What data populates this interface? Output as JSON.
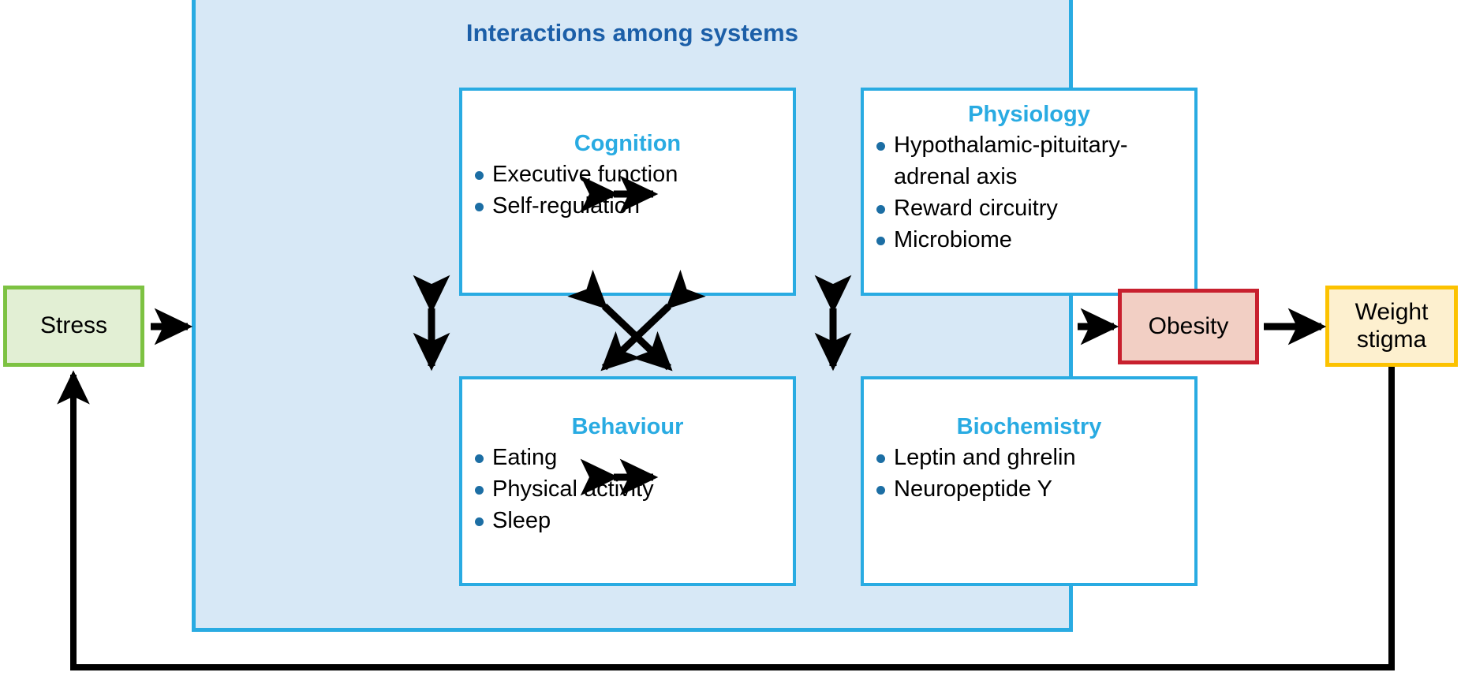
{
  "diagram": {
    "title": "Interactions among systems",
    "panel_fill": "#d7e8f6",
    "panel_border": "#29ABE2",
    "heading_color": "#29ABE2",
    "title_color": "#1c5fa8",
    "bullet_color": "#1c6ea4"
  },
  "cards": [
    {
      "key": "cognition",
      "title": "Cognition",
      "items": [
        "Executive function",
        "Self-regulation"
      ]
    },
    {
      "key": "physiology",
      "title": "Physiology",
      "items": [
        "Hypothalamic-pituitary-adrenal axis",
        "Reward circuitry",
        "Microbiome"
      ]
    },
    {
      "key": "behaviour",
      "title": "Behaviour",
      "items": [
        "Eating",
        "Physical activity",
        "Sleep"
      ]
    },
    {
      "key": "biochemistry",
      "title": "Biochemistry",
      "items": [
        "Leptin and ghrelin",
        "Neuropeptide Y"
      ]
    }
  ],
  "endboxes": {
    "stress": {
      "label": "Stress",
      "fill": "#e2efd4",
      "border": "#7dc242"
    },
    "obesity": {
      "label": "Obesity",
      "fill": "#f2cfc4",
      "border": "#c8202e"
    },
    "weight_stigma": {
      "label": "Weight stigma",
      "fill": "#fdf0cf",
      "border": "#fcc200"
    }
  },
  "connectors": {
    "stress_to_panel": "single-arrow-right",
    "panel_to_obesity": "single-arrow-right",
    "obesity_to_weight_stigma": "single-arrow-right",
    "weight_stigma_to_stress": "feedback-loop-arrow-up",
    "cognition_physiology": "double-arrow-horizontal",
    "behaviour_biochemistry": "double-arrow-horizontal",
    "cognition_behaviour": "double-arrow-vertical",
    "physiology_biochemistry": "double-arrow-vertical",
    "cross_diagonals": "double-arrow-x-cross",
    "arrow_color": "#000000"
  }
}
